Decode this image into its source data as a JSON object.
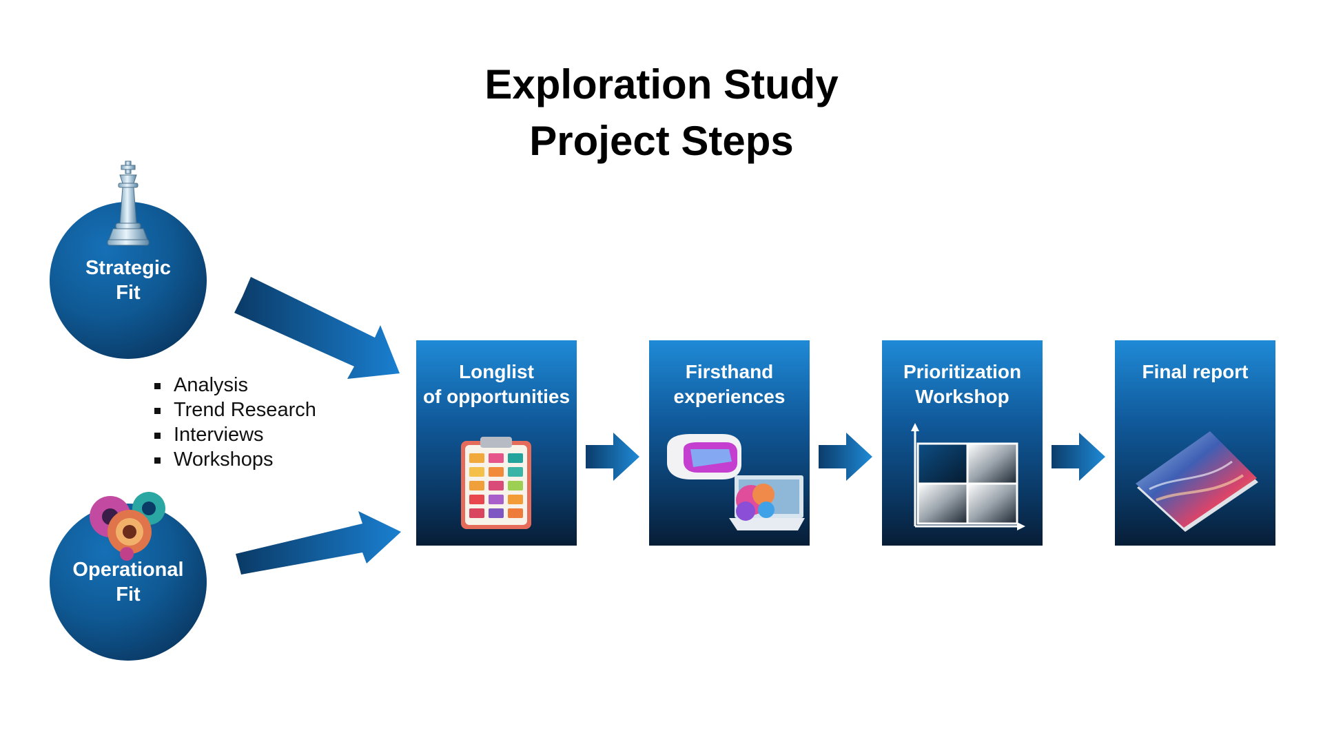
{
  "title": {
    "line1": "Exploration Study",
    "line2": "Project Steps"
  },
  "inputs": [
    {
      "line1": "Strategic",
      "line2": "Fit",
      "icon": "chess-king-icon"
    },
    {
      "line1": "Operational",
      "line2": "Fit",
      "icon": "gears-icon"
    }
  ],
  "methods": [
    "Analysis",
    "Trend Research",
    "Interviews",
    "Workshops"
  ],
  "steps": [
    {
      "line1": "Longlist",
      "line2": "of opportunities",
      "icon": "clipboard-icon"
    },
    {
      "line1": "Firsthand",
      "line2": "experiences",
      "icon": "vr-headset-icon"
    },
    {
      "line1": "Prioritization",
      "line2": "Workshop",
      "icon": "matrix-icon"
    },
    {
      "line1": "Final report",
      "line2": "",
      "icon": "report-book-icon"
    }
  ],
  "colors": {
    "primary": "#0f5994",
    "dark": "#071d36",
    "light": "#1f8ad6"
  }
}
